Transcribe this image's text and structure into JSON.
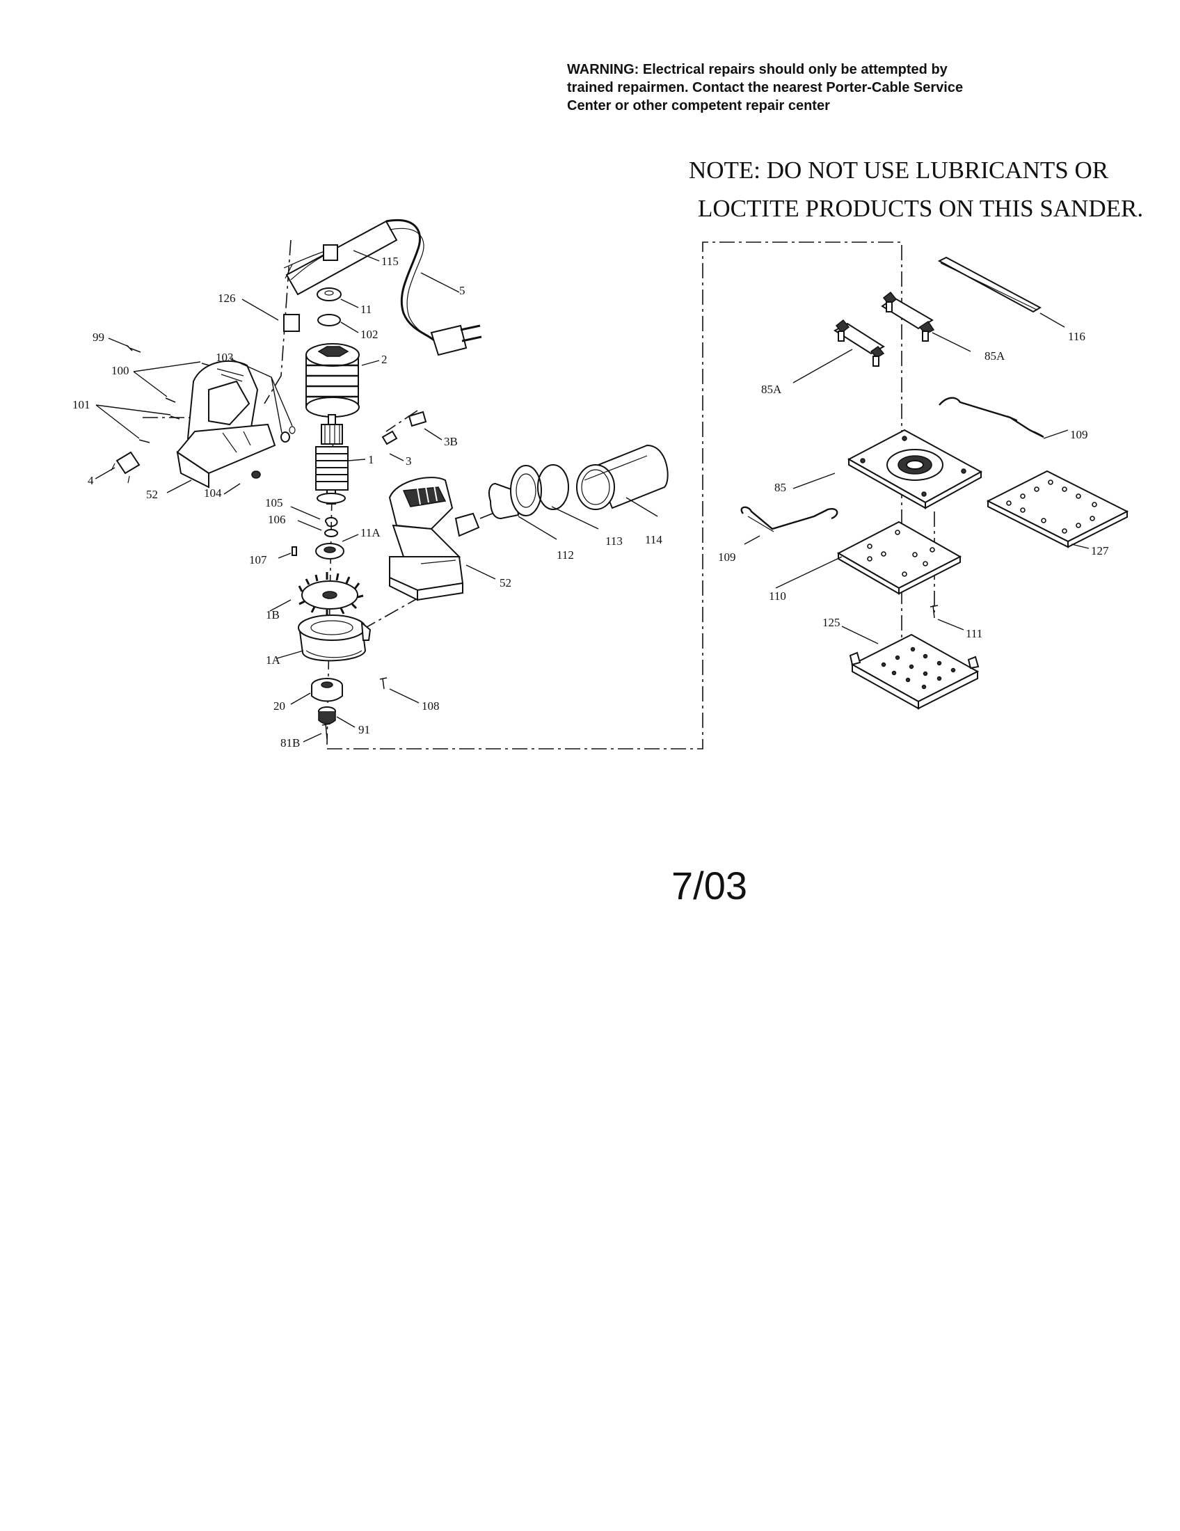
{
  "warning": {
    "line1": "WARNING: Electrical repairs should only be attempted by",
    "line2": "trained repairmen. Contact the nearest Porter-Cable Service",
    "line3": "Center or other competent repair center"
  },
  "note": {
    "line1": "NOTE: DO NOT USE LUBRICANTS OR",
    "line2": "LOCTITE PRODUCTS ON THIS SANDER."
  },
  "date": "7/03",
  "callouts": {
    "p115": "115",
    "p5": "5",
    "p126": "126",
    "p11": "11",
    "p102": "102",
    "p99": "99",
    "p100": "100",
    "p103": "103",
    "p2": "2",
    "p101": "101",
    "p4": "4",
    "p52a": "52",
    "p104": "104",
    "p3": "3",
    "p3b": "3B",
    "p1": "1",
    "p105": "105",
    "p106": "106",
    "p11a": "11A",
    "p107": "107",
    "p1b": "1B",
    "p1a": "1A",
    "p20": "20",
    "p108": "108",
    "p91": "91",
    "p81b": "81B",
    "p52b": "52",
    "p112": "112",
    "p113": "113",
    "p114": "114",
    "p116": "116",
    "p85a1": "85A",
    "p85a2": "85A",
    "p109a": "109",
    "p85": "85",
    "p127": "127",
    "p109b": "109",
    "p110": "110",
    "p111": "111",
    "p125": "125"
  }
}
